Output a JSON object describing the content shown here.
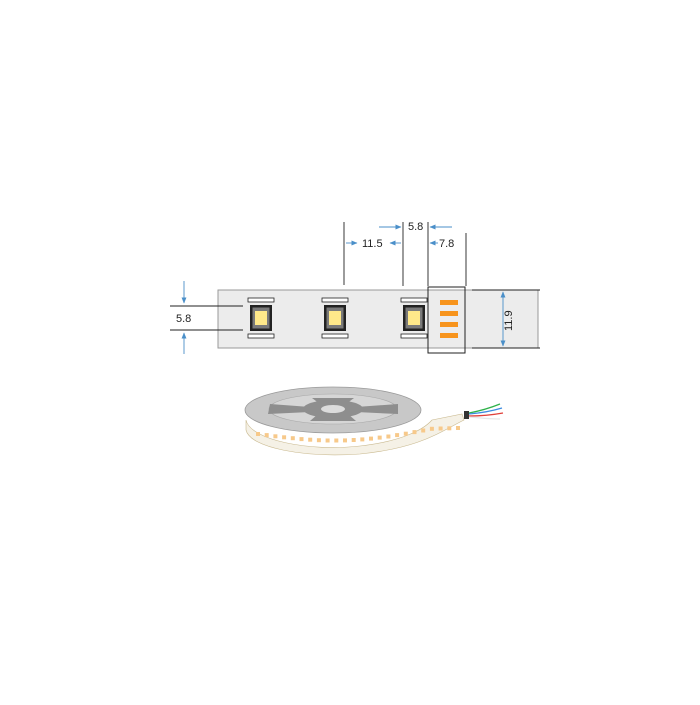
{
  "dimensions": {
    "led_pitch": "11.5",
    "led_width": "5.8",
    "end_margin": "7.8",
    "led_height": "5.8",
    "strip_width": "11.9"
  },
  "colors": {
    "strip_fill": "#ececec",
    "strip_border": "#999999",
    "led_frame": "#222222",
    "led_chip": "#ffe98a",
    "pad": "#f7941d",
    "dim_arrow": "#4a8fc9",
    "reel_disc": "#c8c8c8",
    "reel_hub": "#8e8e8e",
    "reel_led": "#f7c98a",
    "wire_green": "#2fb24a",
    "wire_blue": "#3d8be0",
    "wire_red": "#e0403a",
    "wire_white": "#e8e8e8"
  },
  "icons": {
    "led": "smd-led-chip-icon",
    "pads": "solder-pads-icon",
    "reel": "led-strip-reel-icon"
  }
}
